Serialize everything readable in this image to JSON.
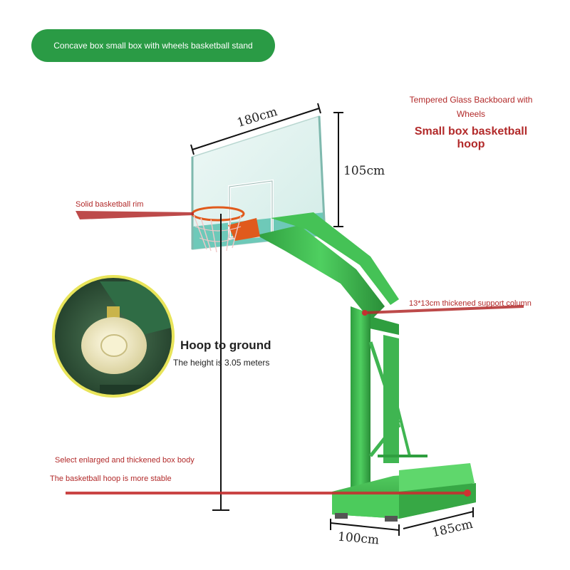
{
  "header": {
    "title": "Concave box small box with wheels basketball stand"
  },
  "product": {
    "subtitle_line1": "Tempered Glass Backboard with",
    "subtitle_line2": "Wheels",
    "headline": "Small box basketball hoop"
  },
  "dimensions": {
    "backboard_width": "180cm",
    "backboard_height": "105cm",
    "box_width": "100cm",
    "box_length": "185cm"
  },
  "callouts": {
    "rim": "Solid basketball rim",
    "column": "13*13cm thickened support column",
    "hoop_height_title": "Hoop to ground",
    "hoop_height_detail": "The height is 3.05 meters",
    "box_body": "Select enlarged and thickened box body",
    "stability": "The basketball hoop is more stable"
  },
  "colors": {
    "accent": "#2a9b45",
    "callout_red": "#b22a2a",
    "frame_green": "#3dbb4f",
    "backboard_edge": "#5fc4b0",
    "rim_orange": "#e05a1c"
  },
  "illustration": {
    "subject": "portable-basketball-stand",
    "inset": "wheel-closeup"
  }
}
